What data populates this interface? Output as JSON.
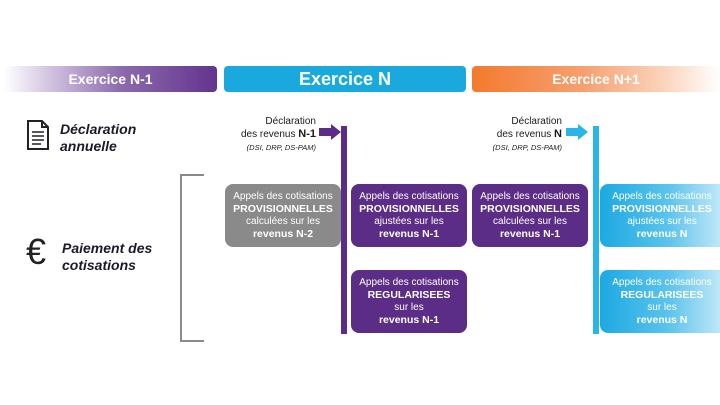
{
  "headers": {
    "n_minus_1": "Exercice N-1",
    "n": "Exercice N",
    "n_plus_1": "Exercice N+1"
  },
  "rows": {
    "declaration": "Déclaration annuelle",
    "paiement": "Paiement des cotisations"
  },
  "declarations": [
    {
      "line1": "Déclaration",
      "line2_prefix": "des revenus ",
      "line2_bold": "N-1",
      "sub": "(DSI, DRP, DS-PAM)"
    },
    {
      "line1": "Déclaration",
      "line2_prefix": "des revenus ",
      "line2_bold": "N",
      "sub": "(DSI, DRP, DS-PAM)"
    }
  ],
  "boxes": {
    "grey": {
      "l1": "Appels des cotisations",
      "l2": "PROVISIONNELLES",
      "l3": "calculées sur les",
      "l4": "revenus N-2"
    },
    "purple_top": {
      "l1": "Appels des cotisations",
      "l2": "PROVISIONNELLES",
      "l3": "ajustées sur les",
      "l4": "revenus N-1"
    },
    "purple_mid": {
      "l1": "Appels des cotisations",
      "l2": "PROVISIONNELLES",
      "l3": "calculées sur les",
      "l4": "revenus N-1"
    },
    "purple_bottom": {
      "l1": "Appels des cotisations",
      "l2": "REGULARISEES",
      "l3": "sur les",
      "l4": "revenus N-1"
    },
    "cyan_top": {
      "l1": "Appels des cotisations",
      "l2": "PROVISIONNELLES",
      "l3": "ajustées sur les",
      "l4": "revenus N"
    },
    "cyan_bottom": {
      "l1": "Appels des cotisations",
      "l2": "REGULARISEES",
      "l3": "sur les",
      "l4": "revenus N"
    }
  },
  "icons": {
    "declaration": "document-icon",
    "paiement": "euro-icon",
    "euro_glyph": "€"
  },
  "colors": {
    "purple": "#5b2d87",
    "cyan": "#1aa9dd",
    "orange": "#f37a2e",
    "grey": "#8a8a8a"
  }
}
